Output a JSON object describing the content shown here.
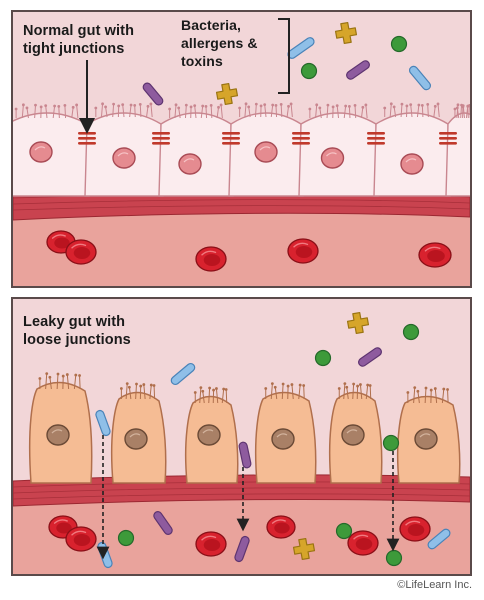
{
  "top_panel": {
    "label_lines": [
      "Normal gut with",
      "tight junctions"
    ],
    "legend_lines": [
      "Bacteria,",
      "allergens &",
      "toxins"
    ]
  },
  "bottom_panel": {
    "label_lines": [
      "Leaky gut with",
      "loose junctions"
    ]
  },
  "credit": "©LifeLearn Inc.",
  "colors": {
    "lumen": "#f2d6d8",
    "normal_cell_fill": "#fbecee",
    "normal_cell_stroke": "#c9868f",
    "leaky_cell_fill": "#f5bc94",
    "leaky_cell_stroke": "#b06f4c",
    "muscle": "#c9434f",
    "blood_layer": "#e9a39c",
    "red_cell": "#d8222e",
    "tight_junction": "#c0392b",
    "toxin_blue": "#8fbfe8",
    "toxin_purple": "#8e5b9e",
    "toxin_green": "#3d9a3a",
    "toxin_yellow": "#d6a52a"
  }
}
